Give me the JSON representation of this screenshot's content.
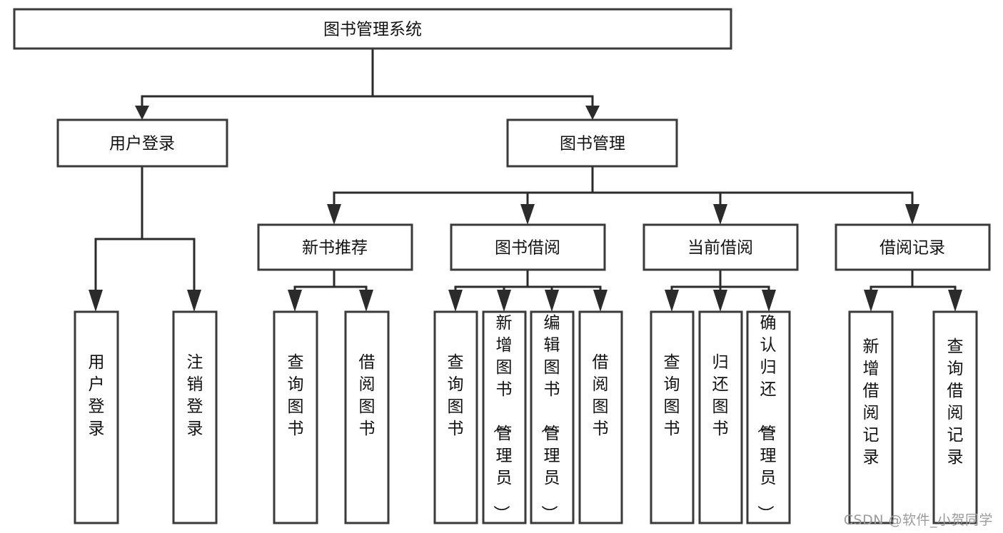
{
  "diagram": {
    "type": "hierarchy-tree",
    "title": "图书管理系统",
    "root": {
      "label": "图书管理系统"
    },
    "level1": [
      {
        "id": "user-login",
        "label": "用户登录"
      },
      {
        "id": "book-management",
        "label": "图书管理"
      }
    ],
    "level2": [
      {
        "id": "new-book-recommend",
        "label": "新书推荐",
        "parent": "book-management"
      },
      {
        "id": "book-borrow",
        "label": "图书借阅",
        "parent": "book-management"
      },
      {
        "id": "current-borrow",
        "label": "当前借阅",
        "parent": "book-management"
      },
      {
        "id": "borrow-record",
        "label": "借阅记录",
        "parent": "book-management"
      }
    ],
    "leaves": {
      "user-login": [
        {
          "id": "leaf-user-login",
          "label": "用户登录"
        },
        {
          "id": "leaf-user-logout",
          "label": "注销登录"
        }
      ],
      "new-book-recommend": [
        {
          "id": "leaf-query-book-1",
          "label": "查询图书"
        },
        {
          "id": "leaf-borrow-book-1",
          "label": "借阅图书"
        }
      ],
      "book-borrow": [
        {
          "id": "leaf-query-book-2",
          "label": "查询图书"
        },
        {
          "id": "leaf-add-book",
          "label": "新增图书（管理员）"
        },
        {
          "id": "leaf-edit-book",
          "label": "编辑图书（管理员）"
        },
        {
          "id": "leaf-borrow-book-2",
          "label": "借阅图书"
        }
      ],
      "current-borrow": [
        {
          "id": "leaf-query-book-3",
          "label": "查询图书"
        },
        {
          "id": "leaf-return-book",
          "label": "归还图书"
        },
        {
          "id": "leaf-confirm-return",
          "label": "确认归还（管理员）"
        }
      ],
      "borrow-record": [
        {
          "id": "leaf-add-record",
          "label": "新增借阅记录"
        },
        {
          "id": "leaf-query-record",
          "label": "查询借阅记录"
        }
      ]
    }
  },
  "watermark": {
    "text": "CSDN @软件_小贺同学"
  },
  "colors": {
    "box_stroke": "#3a3a3a",
    "connector": "#2b2b2b",
    "text": "#111111",
    "background": "#ffffff",
    "watermark": "#9b9b9b"
  }
}
